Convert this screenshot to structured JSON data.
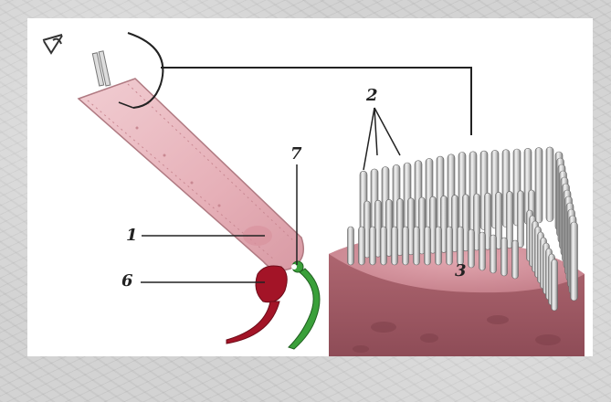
{
  "figure": {
    "labels": {
      "one": "1",
      "two": "2",
      "three": "3",
      "six": "6",
      "seven": "7"
    }
  },
  "colors": {
    "hair_cell": "#e8b9bf",
    "base": "#b9646f",
    "nerve_red": "#a31427",
    "nerve_green": "#3aa03a",
    "stereocilia": "#c8c8c8"
  }
}
